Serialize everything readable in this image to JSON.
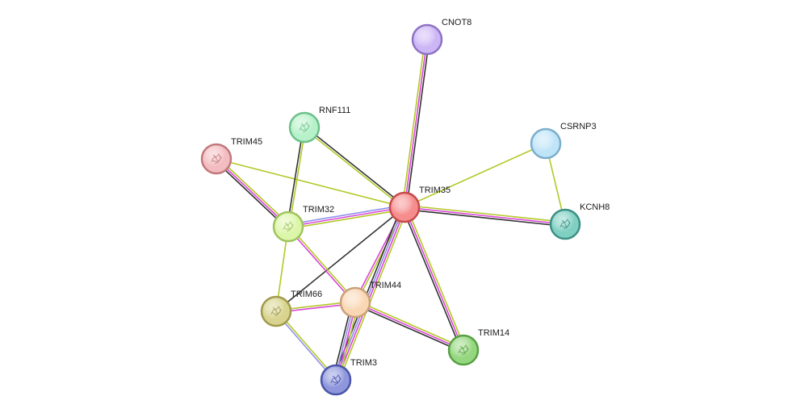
{
  "network": {
    "nodes": [
      {
        "id": "TRIM35",
        "label": "TRIM35",
        "fill": "#f68d8d",
        "stroke": "#c64a4a",
        "glyph": false
      },
      {
        "id": "CNOT8",
        "label": "CNOT8",
        "fill": "#ccb6f5",
        "stroke": "#8e72c4",
        "glyph": false
      },
      {
        "id": "CSRNP3",
        "label": "CSRNP3",
        "fill": "#bfe4f8",
        "stroke": "#7aaecb",
        "glyph": false
      },
      {
        "id": "KCNH8",
        "label": "KCNH8",
        "fill": "#7fcfc2",
        "stroke": "#3d8f84",
        "glyph": true
      },
      {
        "id": "RNF111",
        "label": "RNF111",
        "fill": "#b6f1c9",
        "stroke": "#6cc08a",
        "glyph": true
      },
      {
        "id": "TRIM45",
        "label": "TRIM45",
        "fill": "#f3bcc0",
        "stroke": "#c0787c",
        "glyph": true
      },
      {
        "id": "TRIM32",
        "label": "TRIM32",
        "fill": "#dcf6a9",
        "stroke": "#9ec45e",
        "glyph": true
      },
      {
        "id": "TRIM66",
        "label": "TRIM66",
        "fill": "#d8d38e",
        "stroke": "#a09a4c",
        "glyph": true
      },
      {
        "id": "TRIM44",
        "label": "TRIM44",
        "fill": "#fad7b4",
        "stroke": "#c9a07a",
        "glyph": false
      },
      {
        "id": "TRIM14",
        "label": "TRIM14",
        "fill": "#95d77e",
        "stroke": "#57a044",
        "glyph": true
      },
      {
        "id": "TRIM3",
        "label": "TRIM3",
        "fill": "#8e96dc",
        "stroke": "#4a54a8",
        "glyph": true
      }
    ],
    "edges": [
      {
        "source": "TRIM35",
        "target": "CNOT8",
        "colors": [
          "#b3c826",
          "#d946d9",
          "#333333"
        ]
      },
      {
        "source": "TRIM35",
        "target": "CSRNP3",
        "colors": [
          "#b3c826"
        ]
      },
      {
        "source": "CSRNP3",
        "target": "KCNH8",
        "colors": [
          "#b3c826"
        ]
      },
      {
        "source": "TRIM35",
        "target": "KCNH8",
        "colors": [
          "#b3c826",
          "#d946d9",
          "#333333"
        ]
      },
      {
        "source": "TRIM35",
        "target": "RNF111",
        "colors": [
          "#b3c826",
          "#333333"
        ]
      },
      {
        "source": "TRIM35",
        "target": "TRIM45",
        "colors": [
          "#b3c826"
        ]
      },
      {
        "source": "TRIM35",
        "target": "TRIM32",
        "colors": [
          "#b3c826",
          "#d946d9",
          "#8f8fe6"
        ]
      },
      {
        "source": "TRIM35",
        "target": "TRIM66",
        "colors": [
          "#333333"
        ]
      },
      {
        "source": "TRIM35",
        "target": "TRIM44",
        "colors": [
          "#b3c826",
          "#d946d9"
        ]
      },
      {
        "source": "TRIM35",
        "target": "TRIM14",
        "colors": [
          "#b3c826",
          "#d946d9",
          "#333333"
        ]
      },
      {
        "source": "TRIM35",
        "target": "TRIM3",
        "colors": [
          "#b3c826",
          "#d946d9",
          "#8f8fe6",
          "#333333"
        ]
      },
      {
        "source": "RNF111",
        "target": "TRIM32",
        "colors": [
          "#b3c826",
          "#333333"
        ]
      },
      {
        "source": "TRIM45",
        "target": "TRIM32",
        "colors": [
          "#b3c826",
          "#d946d9",
          "#333333"
        ]
      },
      {
        "source": "TRIM32",
        "target": "TRIM66",
        "colors": [
          "#b3c826"
        ]
      },
      {
        "source": "TRIM32",
        "target": "TRIM44",
        "colors": [
          "#b3c826",
          "#d946d9"
        ]
      },
      {
        "source": "TRIM66",
        "target": "TRIM44",
        "colors": [
          "#b3c826",
          "#d946d9"
        ]
      },
      {
        "source": "TRIM66",
        "target": "TRIM3",
        "colors": [
          "#b3c826",
          "#8f8fe6"
        ]
      },
      {
        "source": "TRIM44",
        "target": "TRIM3",
        "colors": [
          "#b3c826",
          "#d946d9",
          "#8f8fe6",
          "#333333"
        ]
      },
      {
        "source": "TRIM44",
        "target": "TRIM14",
        "colors": [
          "#b3c826",
          "#d946d9",
          "#333333"
        ]
      }
    ]
  }
}
